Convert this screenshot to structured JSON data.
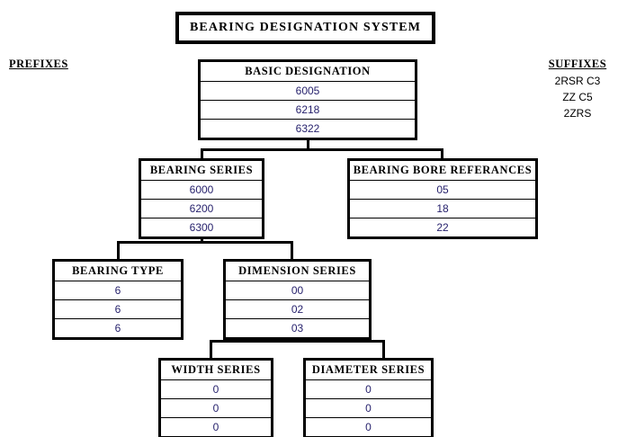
{
  "page": {
    "title": "BEARING DESIGNATION SYSTEM",
    "background_color": "#ffffff",
    "line_color": "#000000",
    "value_color": "#241f6b",
    "header_color": "#000000"
  },
  "prefixes": {
    "title": "PREFIXES",
    "items": []
  },
  "suffixes": {
    "title": "SUFFIXES",
    "items": [
      "2RSR C3",
      "ZZ C5",
      "2ZRS"
    ]
  },
  "nodes": {
    "basic_designation": {
      "header": "BASIC DESIGNATION",
      "rows": [
        "6005",
        "6218",
        "6322"
      ]
    },
    "bearing_series": {
      "header": "BEARING SERIES",
      "rows": [
        "6000",
        "6200",
        "6300"
      ]
    },
    "bearing_bore_references": {
      "header": "BEARING BORE REFERANCES",
      "rows": [
        "05",
        "18",
        "22"
      ]
    },
    "bearing_type": {
      "header": "BEARING TYPE",
      "rows": [
        "6",
        "6",
        "6"
      ]
    },
    "dimension_series": {
      "header": "DIMENSION SERIES",
      "rows": [
        "00",
        "02",
        "03"
      ]
    },
    "width_series": {
      "header": "WIDTH SERIES",
      "rows": [
        "0",
        "0",
        "0"
      ]
    },
    "diameter_series": {
      "header": "DIAMETER SERIES",
      "rows": [
        "0",
        "0",
        "0"
      ]
    }
  }
}
